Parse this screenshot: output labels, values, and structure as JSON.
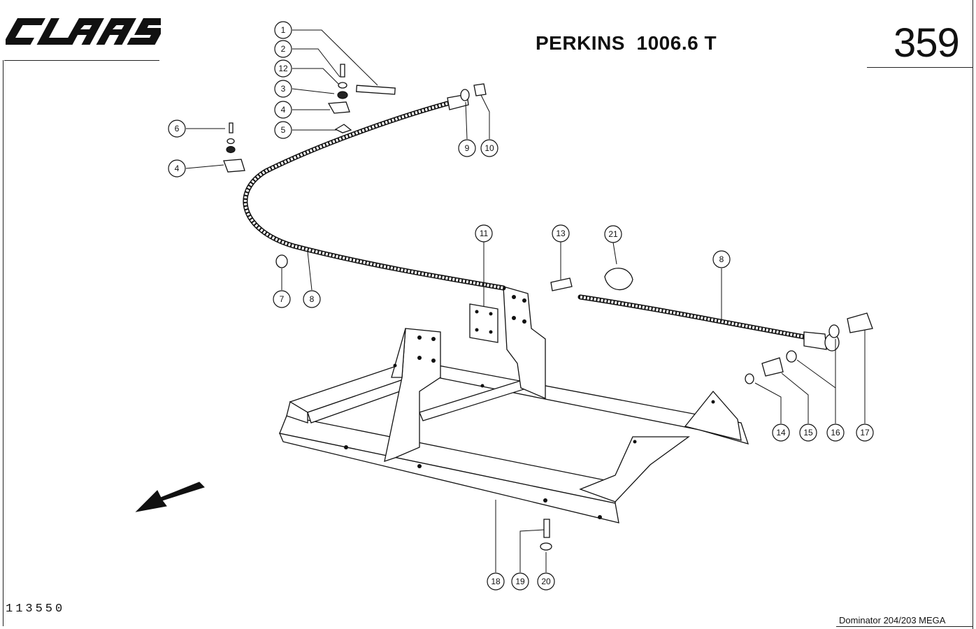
{
  "header": {
    "brand": "CLAAS",
    "title": "PERKINS  1006.6 T",
    "page_number": "359"
  },
  "footer": {
    "drawing_number": "113550",
    "model": "Dominator 204/203 MEGA"
  },
  "callouts": [
    {
      "id": "c1",
      "label": "1"
    },
    {
      "id": "c2",
      "label": "2"
    },
    {
      "id": "c12",
      "label": "12"
    },
    {
      "id": "c3",
      "label": "3"
    },
    {
      "id": "c4a",
      "label": "4"
    },
    {
      "id": "c5",
      "label": "5"
    },
    {
      "id": "c6",
      "label": "6"
    },
    {
      "id": "c4b",
      "label": "4"
    },
    {
      "id": "c9",
      "label": "9"
    },
    {
      "id": "c10",
      "label": "10"
    },
    {
      "id": "c7",
      "label": "7"
    },
    {
      "id": "c8a",
      "label": "8"
    },
    {
      "id": "c11",
      "label": "11"
    },
    {
      "id": "c13",
      "label": "13"
    },
    {
      "id": "c21",
      "label": "21"
    },
    {
      "id": "c8b",
      "label": "8"
    },
    {
      "id": "c14",
      "label": "14"
    },
    {
      "id": "c15",
      "label": "15"
    },
    {
      "id": "c16",
      "label": "16"
    },
    {
      "id": "c17",
      "label": "17"
    },
    {
      "id": "c18",
      "label": "18"
    },
    {
      "id": "c19",
      "label": "19"
    },
    {
      "id": "c20",
      "label": "20"
    }
  ]
}
